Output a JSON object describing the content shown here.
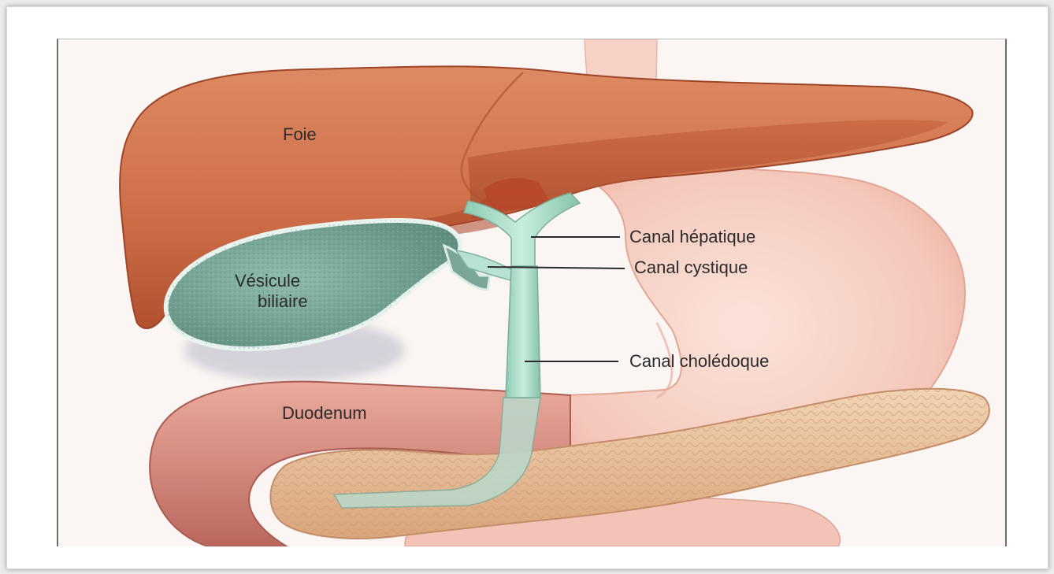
{
  "labels": {
    "liver": "Foie",
    "gallbladder_line1": "Vésicule",
    "gallbladder_line2": "biliaire",
    "hepatic_duct": "Canal hépatique",
    "cystic_duct": "Canal cystique",
    "common_bile_duct": "Canal cholédoque",
    "duodenum": "Duodenum"
  },
  "colors": {
    "liver": "#cc6f4a",
    "gallbladder": "#7aa99a",
    "bile_duct": "#a8d9c4",
    "stomach": "#f4c9bd",
    "duodenum": "#d78f84",
    "pancreas": "#e8c29a"
  }
}
